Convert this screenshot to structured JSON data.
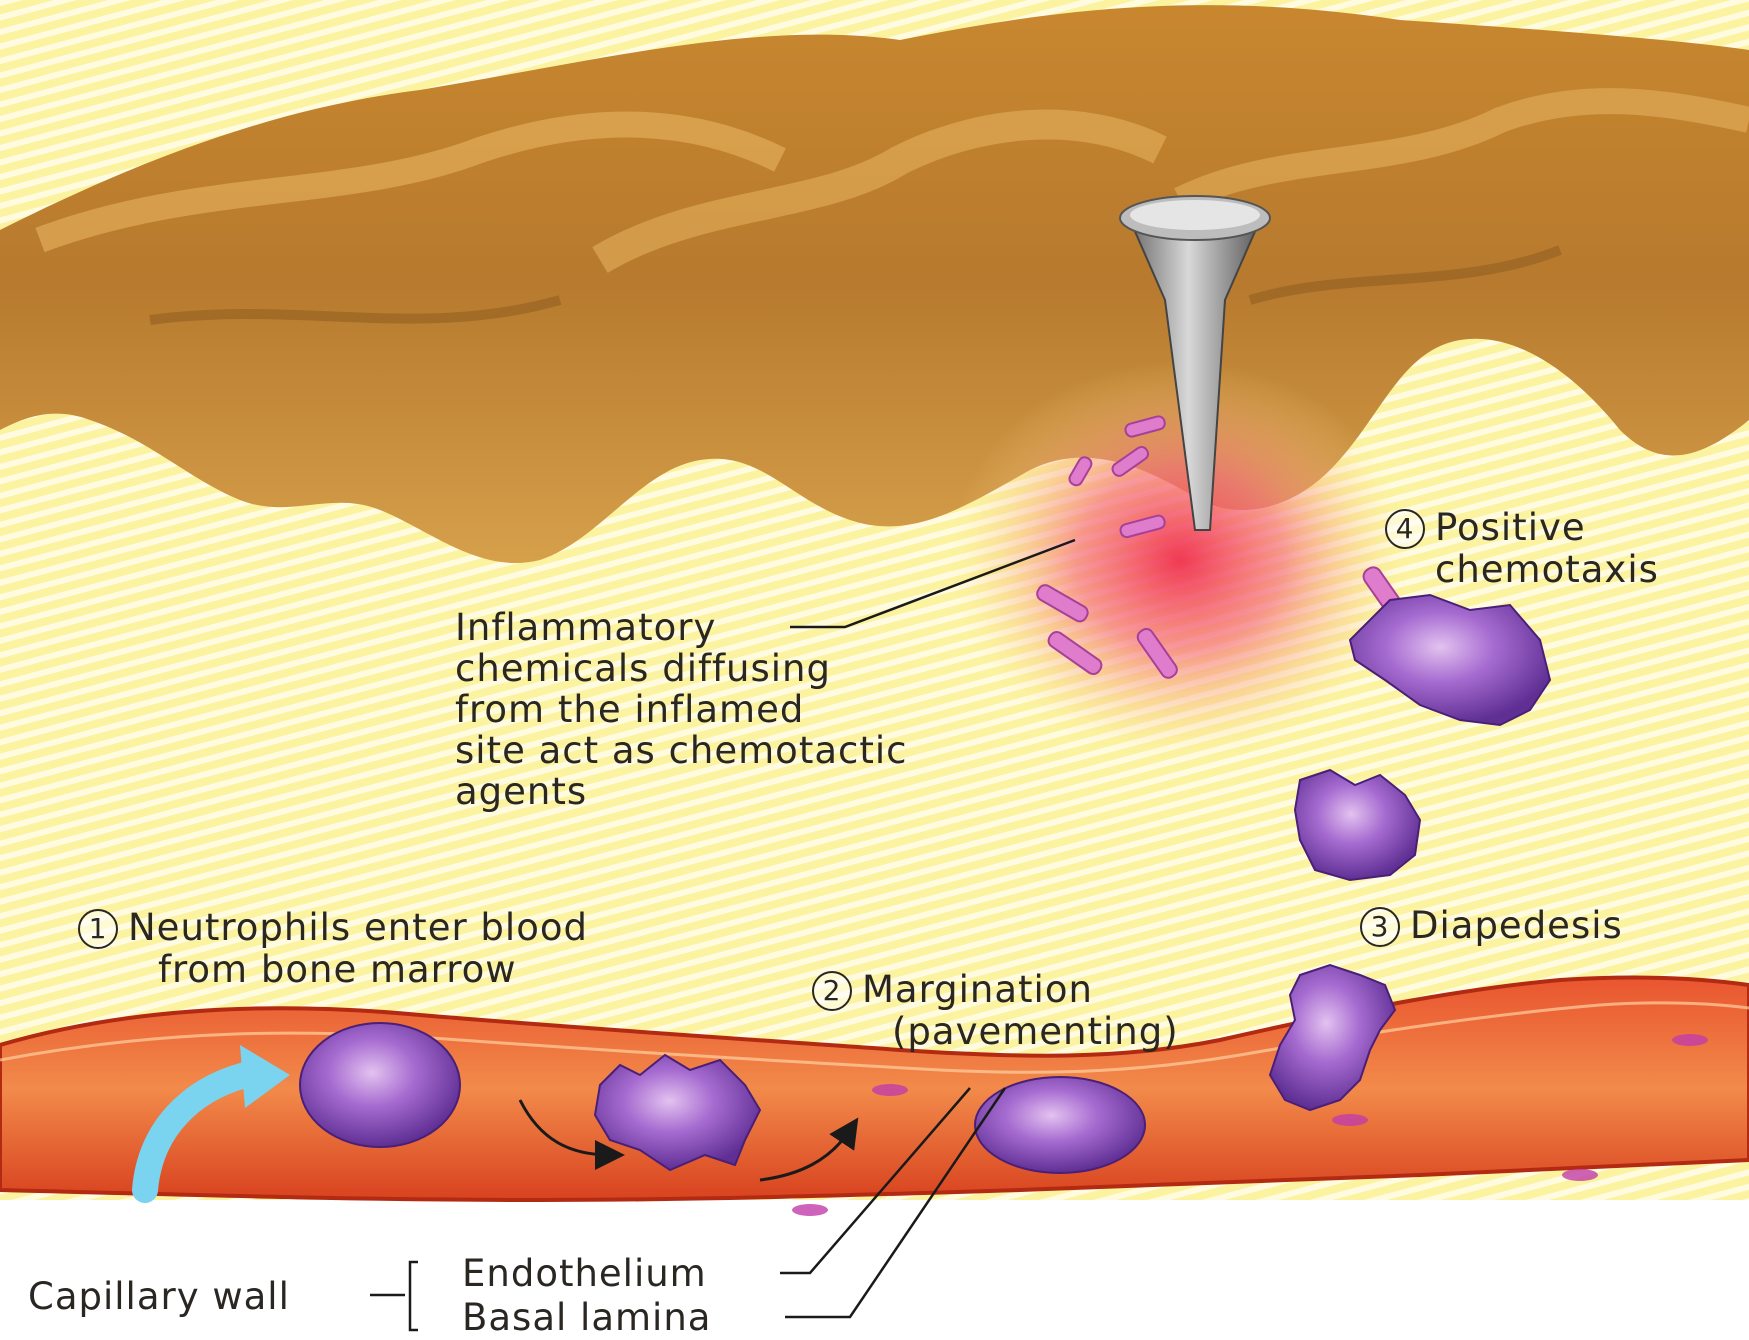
{
  "labels": {
    "inflammatory": [
      "Inflammatory",
      "chemicals diffusing",
      "from the inflamed",
      "site act as chemotactic",
      "agents"
    ],
    "step1": {
      "number": "1",
      "lines": [
        "Neutrophils enter blood",
        "from bone marrow"
      ]
    },
    "step2": {
      "number": "2",
      "lines": [
        "Margination",
        "(pavementing)"
      ]
    },
    "step3": {
      "number": "3",
      "lines": [
        "Diapedesis"
      ]
    },
    "step4": {
      "number": "4",
      "lines": [
        "Positive",
        "chemotaxis"
      ]
    },
    "capillary_wall": "Capillary wall",
    "endothelium": "Endothelium",
    "basal_lamina": "Basal lamina"
  },
  "colors": {
    "tissue_top": "#b07a2c",
    "tissue_mid": "#cf9b45",
    "interstitium": "#fbf19a",
    "inflamed": "#f24a63",
    "vessel_wall": "#e04a2c",
    "vessel_lumen": "#f07a3c",
    "neutrophil": "#9b59c6",
    "chemical_rod": "#e070c8",
    "arrow_blue": "#7ad3ef",
    "nail": "#9b9b9b",
    "text": "#2a2622"
  }
}
